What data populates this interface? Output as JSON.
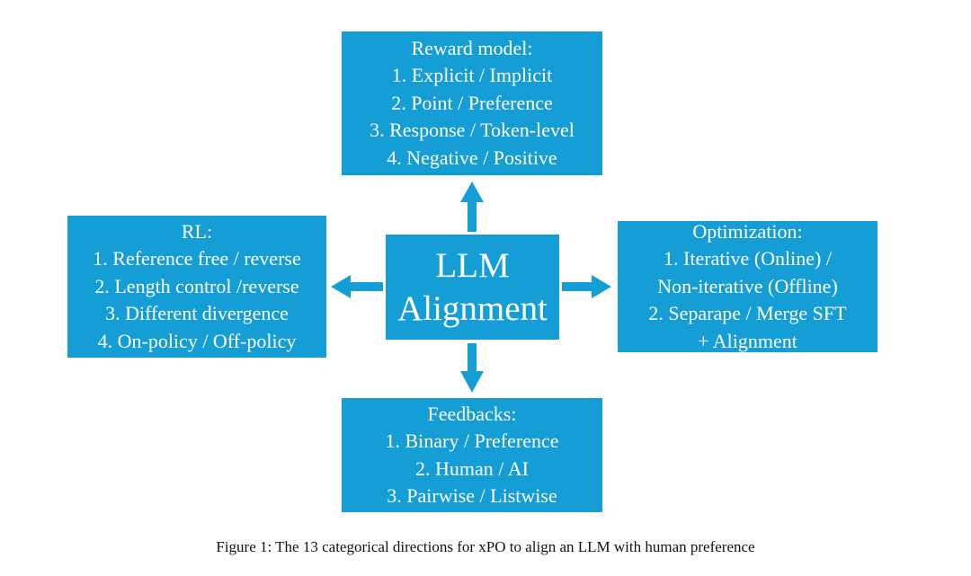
{
  "colors": {
    "box_fill": "#159dd6",
    "box_text": "#ffffff",
    "caption_text": "#111111"
  },
  "center": {
    "lines": [
      "LLM",
      "Alignment"
    ]
  },
  "top": {
    "lines": [
      "Reward model:",
      "1. Explicit / Implicit",
      "2. Point / Preference",
      "3. Response / Token-level",
      "4. Negative / Positive"
    ]
  },
  "left": {
    "lines": [
      "RL:",
      "1. Reference free / reverse",
      "2. Length control /reverse",
      "3. Different divergence",
      "4. On-policy / Off-policy"
    ]
  },
  "right": {
    "lines": [
      "Optimization:",
      "1. Iterative (Online) /",
      "Non-iterative (Offline)",
      "2. Separape / Merge SFT",
      "+ Alignment"
    ]
  },
  "bottom": {
    "lines": [
      "Feedbacks:",
      "1. Binary / Preference",
      "2. Human / AI",
      "3. Pairwise / Listwise"
    ]
  },
  "caption": "Figure 1: The 13 categorical directions for xPO to align an LLM with human preference"
}
